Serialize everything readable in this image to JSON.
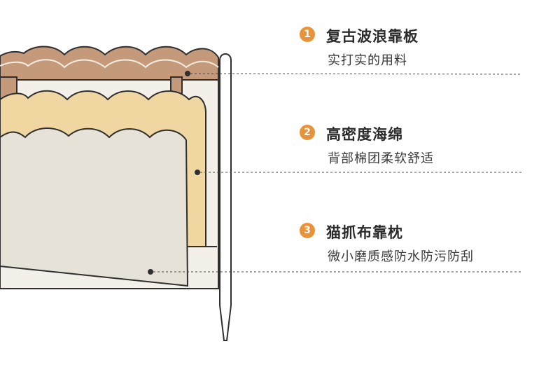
{
  "accent_color": "#e8923a",
  "features": [
    {
      "number": "1",
      "title": "复古波浪靠板",
      "desc": "实打实的用料"
    },
    {
      "number": "2",
      "title": "高密度海绵",
      "desc": "背部棉团柔软舒适"
    },
    {
      "number": "3",
      "title": "猫抓布靠枕",
      "desc": "微小磨质感防水防污防刮"
    }
  ],
  "layer_colors": {
    "wave_board": "#c49a7a",
    "sponge": "#f0d7a2",
    "fabric": "#e7e2d8",
    "frame": "#f3f0ea"
  }
}
